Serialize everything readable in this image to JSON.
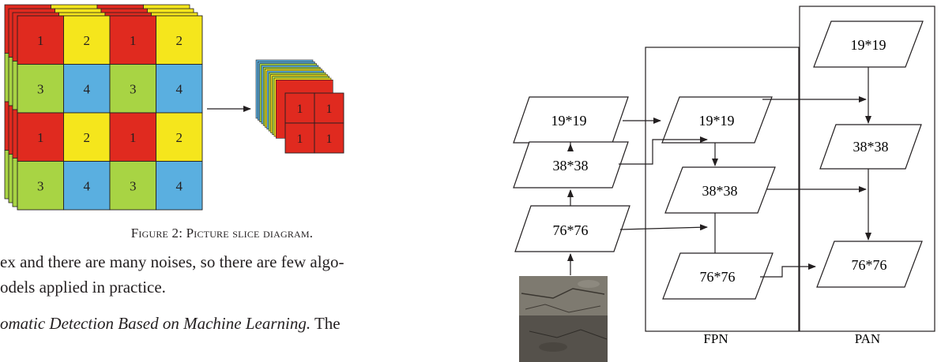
{
  "slice_figure": {
    "input_grid": [
      [
        "1",
        "2",
        "1",
        "2"
      ],
      [
        "3",
        "4",
        "3",
        "4"
      ],
      [
        "1",
        "2",
        "1",
        "2"
      ],
      [
        "3",
        "4",
        "3",
        "4"
      ]
    ],
    "output_grid": [
      [
        "1",
        "1"
      ],
      [
        "1",
        "1"
      ]
    ],
    "cell_colors": {
      "1": "#e02a1f",
      "2": "#f5e61c",
      "3": "#a8d444",
      "4": "#5aafe0"
    }
  },
  "caption": "Figure 2: Picture slice diagram.",
  "body_text": {
    "line1": "ex and there are many noises, so there are few algo-",
    "line2": "odels applied in practice.",
    "line3_italic": "omatic Detection Based on Machine Learning.",
    "line3_rest": " The"
  },
  "network": {
    "backbone": [
      "19*19",
      "38*38",
      "76*76"
    ],
    "fpn": [
      "19*19",
      "38*38",
      "76*76"
    ],
    "pan": [
      "19*19",
      "38*38",
      "76*76"
    ],
    "fpn_label": "FPN",
    "pan_label": "PAN"
  }
}
